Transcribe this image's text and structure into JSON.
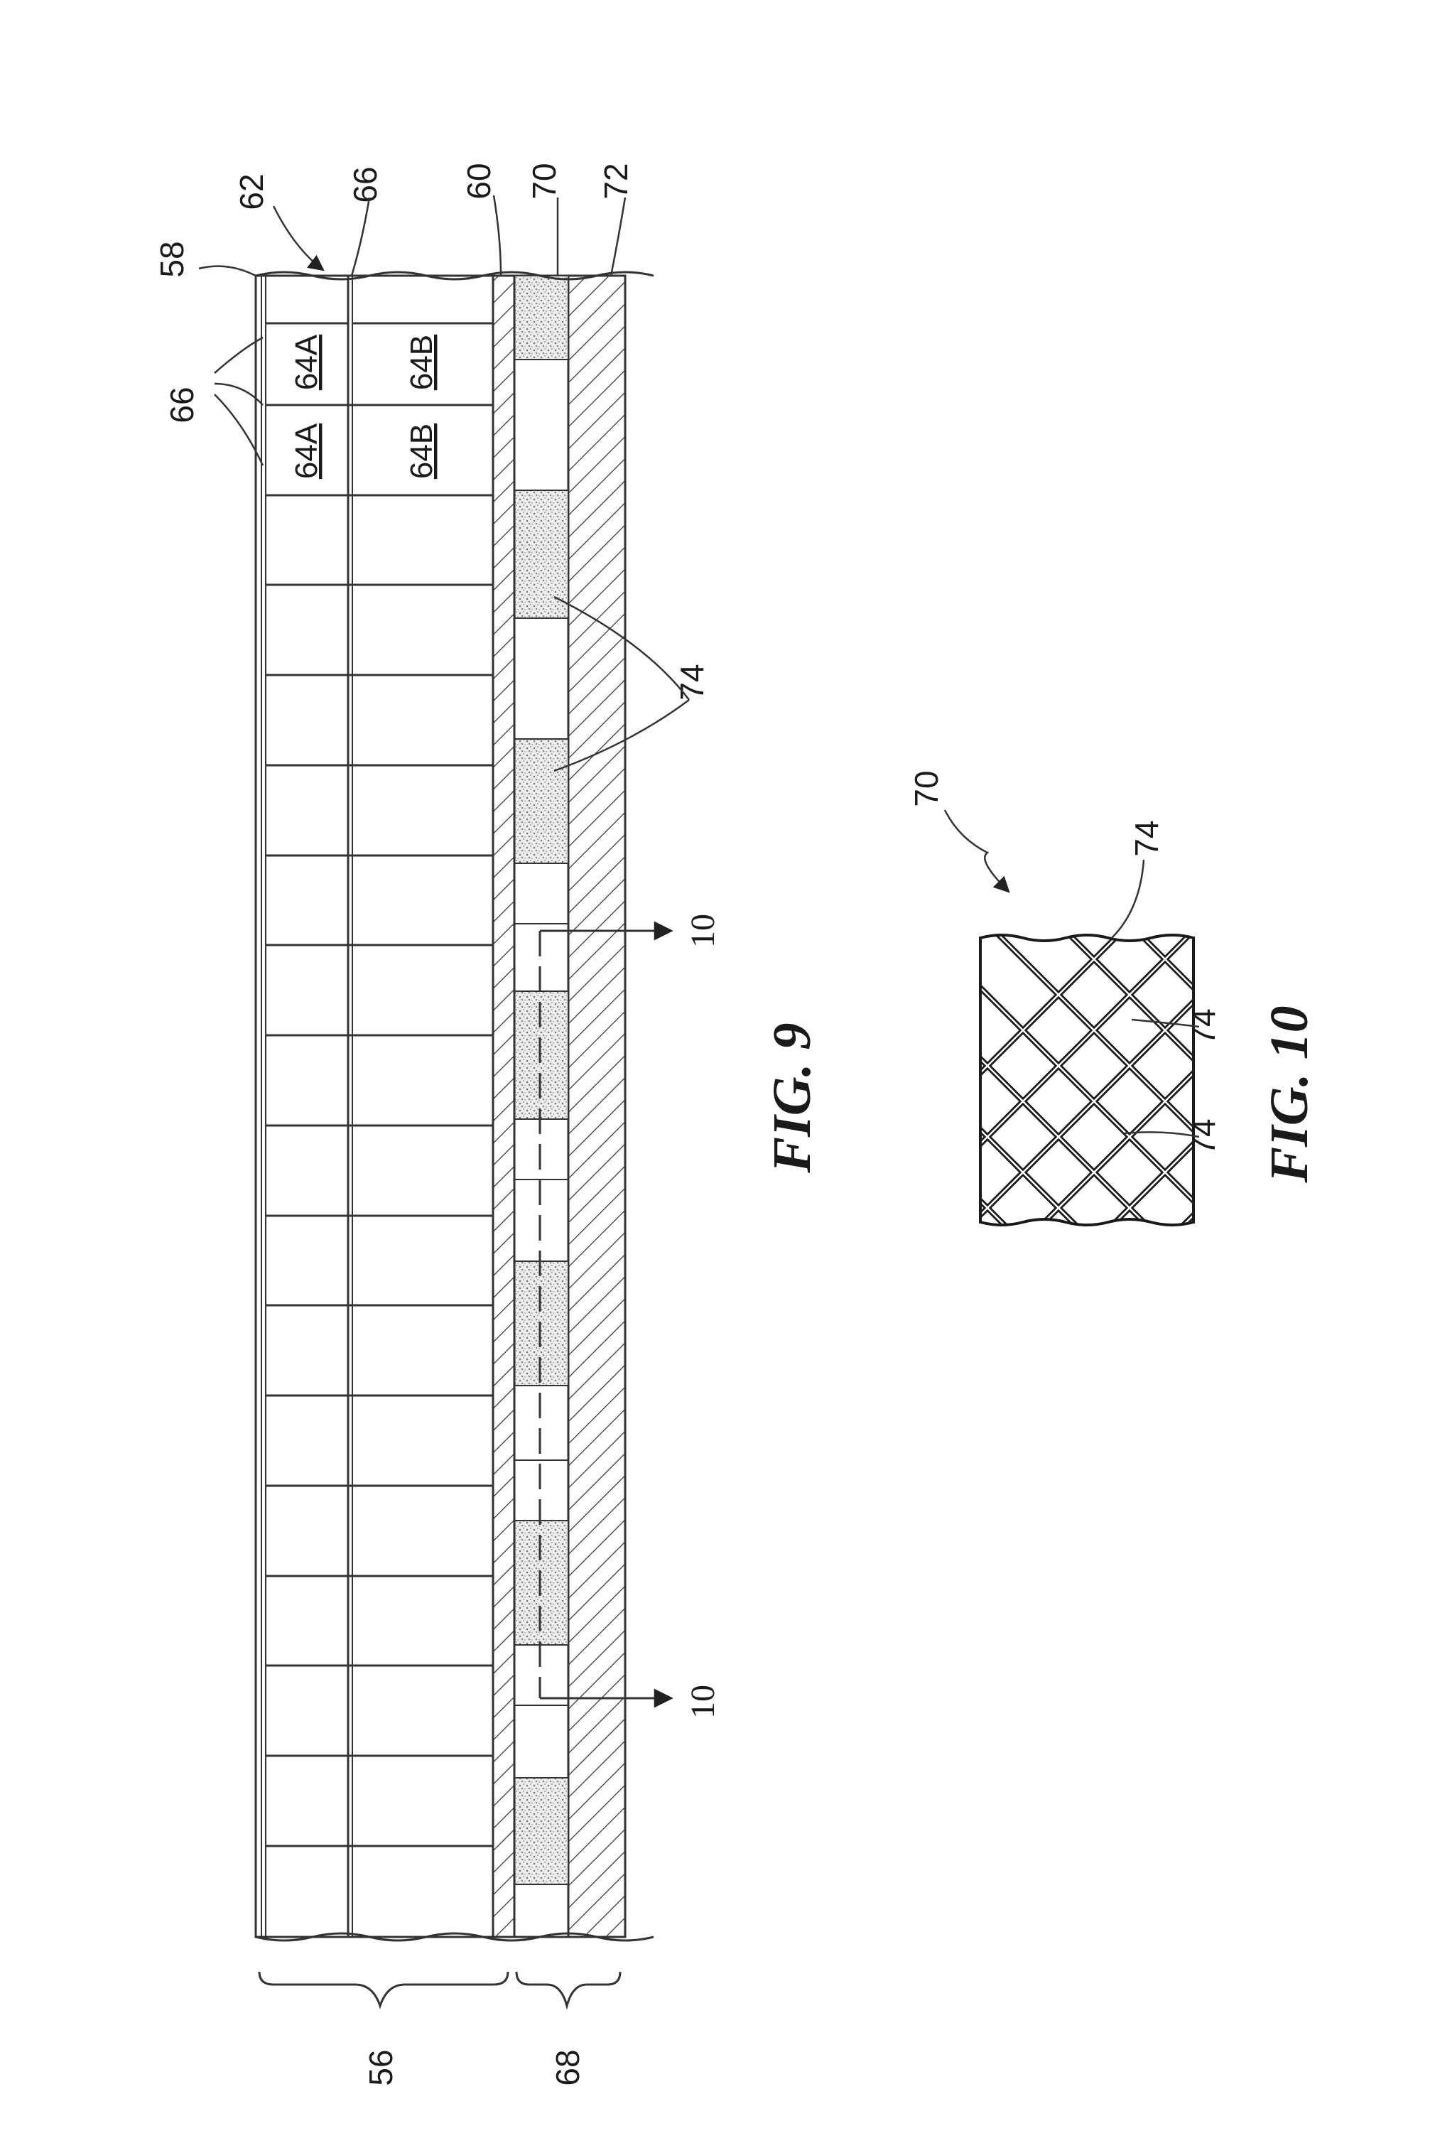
{
  "figures": {
    "fig9": {
      "caption": "FIG. 9",
      "refs": {
        "r58": "58",
        "r62": "62",
        "r66_top": "66",
        "r60": "60",
        "r70": "70",
        "r72": "72",
        "r66_group": "66",
        "r74": "74",
        "r56": "56",
        "r68": "68"
      },
      "cells": [
        "64A",
        "64A",
        "64B",
        "64B"
      ],
      "section_marks": [
        "10",
        "10"
      ]
    },
    "fig10": {
      "caption": "FIG. 10",
      "refs": {
        "r70": "70",
        "r74_a": "74",
        "r74_b": "74",
        "r74_c": "74"
      }
    }
  }
}
